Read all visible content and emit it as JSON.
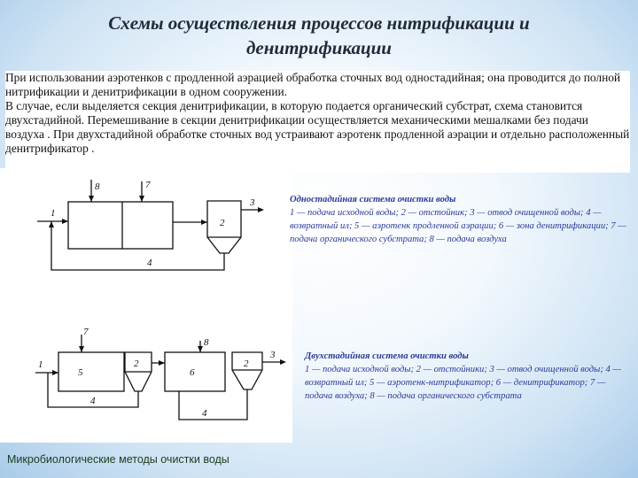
{
  "slide": {
    "title": "Схемы осуществления процессов нитрификации и денитрификации",
    "paragraph1": "При использовании аэротенков с продленной аэрацией обработка сточных вод одностадийная; она проводится до полной нитрификации и денитрификации в одном сооружении.",
    "paragraph2": "В случае, если выделяется секция денитрификации, в которую подается органический субстрат, схема становится двухстадийной. Перемешивание в секции денитрификации  осуществляется механическими мешалками без подачи воздуха . При двухстадийной обработке сточных вод устраивают аэротенк продленной аэрации и отдельно расположенный денитрификатор .",
    "footer": "Микробиологические методы очистки воды"
  },
  "diagram1": {
    "heading": "Одностадийная система очистки воды",
    "legend": "1 — подача исходной воды; 2 — отстойник; 3 — отвод очищенной воды; 4 — возвратный ил; 5 — аэротенк продленной аэрации; 6 — зона денитрификации; 7 — подача органического субстрата; 8 — подача воздуха",
    "labels": {
      "n1": "1",
      "n2": "2",
      "n3": "3",
      "n4": "4",
      "n7": "7",
      "n8": "8"
    }
  },
  "diagram2": {
    "heading": "Двухстадийная система очистки воды",
    "legend": "1 — подача исходной воды; 2 — отстойники; 3 — отвод очищенной воды; 4 — возвратный ил; 5 — аэротенк-нитрификатор; 6 — денитрификатор; 7 — подача воздуха; 8 — подача органического субстрата",
    "labels": {
      "n1": "1",
      "n2a": "2",
      "n2b": "2",
      "n3": "3",
      "n4a": "4",
      "n4b": "4",
      "n5": "5",
      "n6": "6",
      "n7": "7",
      "n8": "8"
    }
  }
}
